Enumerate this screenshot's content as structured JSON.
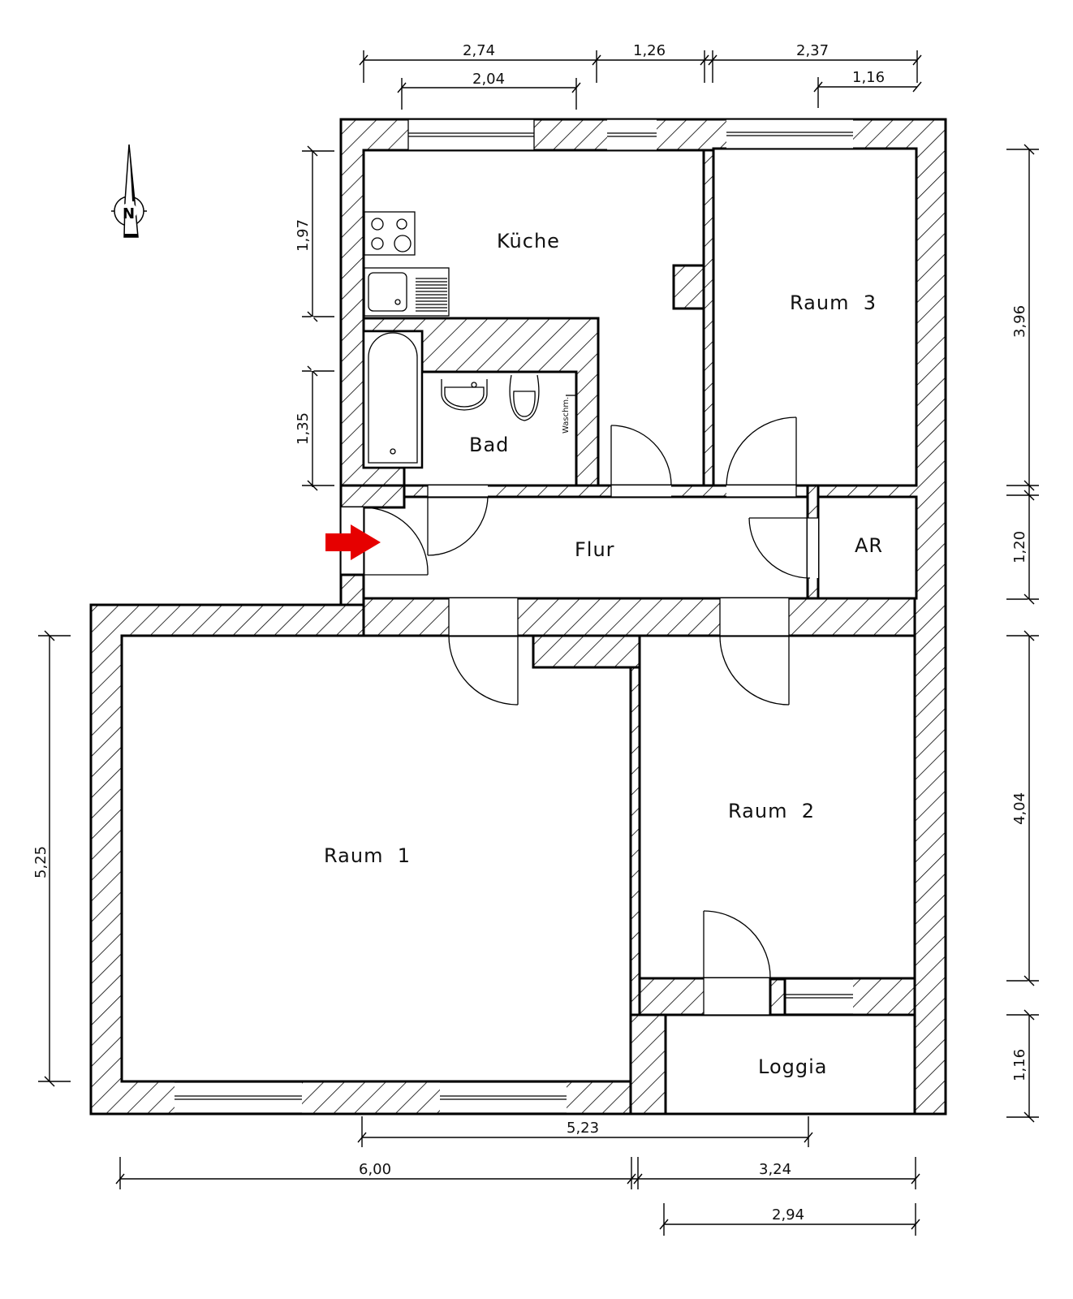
{
  "drawing": {
    "type": "floor plan",
    "north_arrow": {
      "label": "N",
      "icon": "north-arrow-icon"
    },
    "entrance_marker": {
      "icon": "entrance-arrow-icon",
      "color": "#e60000"
    },
    "rooms": {
      "kitchen": "Küche",
      "bath": "Bad",
      "room3": "Raum  3",
      "hall": "Flur",
      "storage": "AR",
      "room1": "Raum  1",
      "room2": "Raum  2",
      "loggia": "Loggia"
    },
    "fixtures": {
      "washer_label": "Waschm."
    },
    "dimensions": {
      "top": [
        "2,74",
        "1,26",
        "2,37"
      ],
      "top_inner": [
        "2,04",
        "1,16"
      ],
      "left_upper": [
        "1,97",
        "1,35"
      ],
      "left_lower": "5,25",
      "right": [
        "3,96",
        "1,20",
        "4,04",
        "1,16"
      ],
      "bottom_window": "5,23",
      "bottom": [
        "6,00",
        "3,24"
      ],
      "bottom_loggia": "2,94"
    }
  }
}
